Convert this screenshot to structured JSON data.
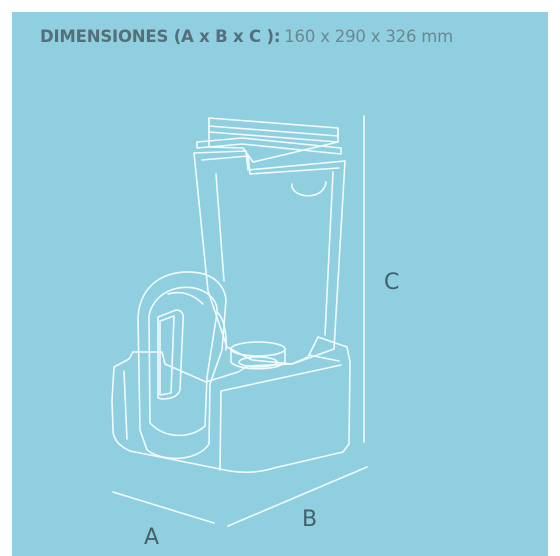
{
  "header": {
    "label": "DIMENSIONES (A x B x C ):",
    "value": "160 x 290 x 326 mm"
  },
  "dimensions": {
    "a_label": "A",
    "b_label": "B",
    "c_label": "C"
  },
  "colors": {
    "background": "#8fcfdf",
    "line": "#f2fbfd",
    "text": "#546f79"
  }
}
